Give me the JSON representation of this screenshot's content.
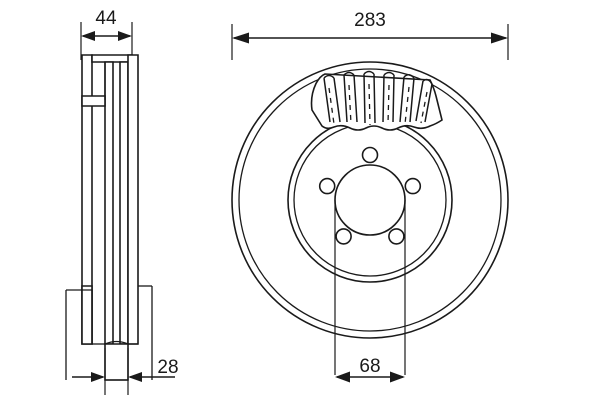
{
  "drawing": {
    "title": "Brake Disc Technical Drawing",
    "background_color": "#ffffff",
    "line_color": "#1a1a1a",
    "views": {
      "section": {
        "name": "Cross Section View",
        "label": "section-view"
      },
      "front": {
        "name": "Front View",
        "label": "front-view"
      }
    },
    "dimensions": {
      "hat_width": {
        "value": "44",
        "unit": "mm",
        "description": "overall disc height / hat width",
        "view": "section"
      },
      "disc_thickness": {
        "value": "28",
        "unit": "mm",
        "description": "brake disc friction ring thickness",
        "view": "section"
      },
      "outer_diameter": {
        "value": "283",
        "unit": "mm",
        "description": "outer diameter of brake disc",
        "view": "front"
      },
      "centre_bore": {
        "value": "68",
        "unit": "mm",
        "description": "centre bore diameter",
        "view": "front"
      }
    },
    "features": {
      "bolt_holes_count": 5,
      "vented": true,
      "vane_cutaway": "internal cooling vanes shown in cutaway at top"
    }
  }
}
